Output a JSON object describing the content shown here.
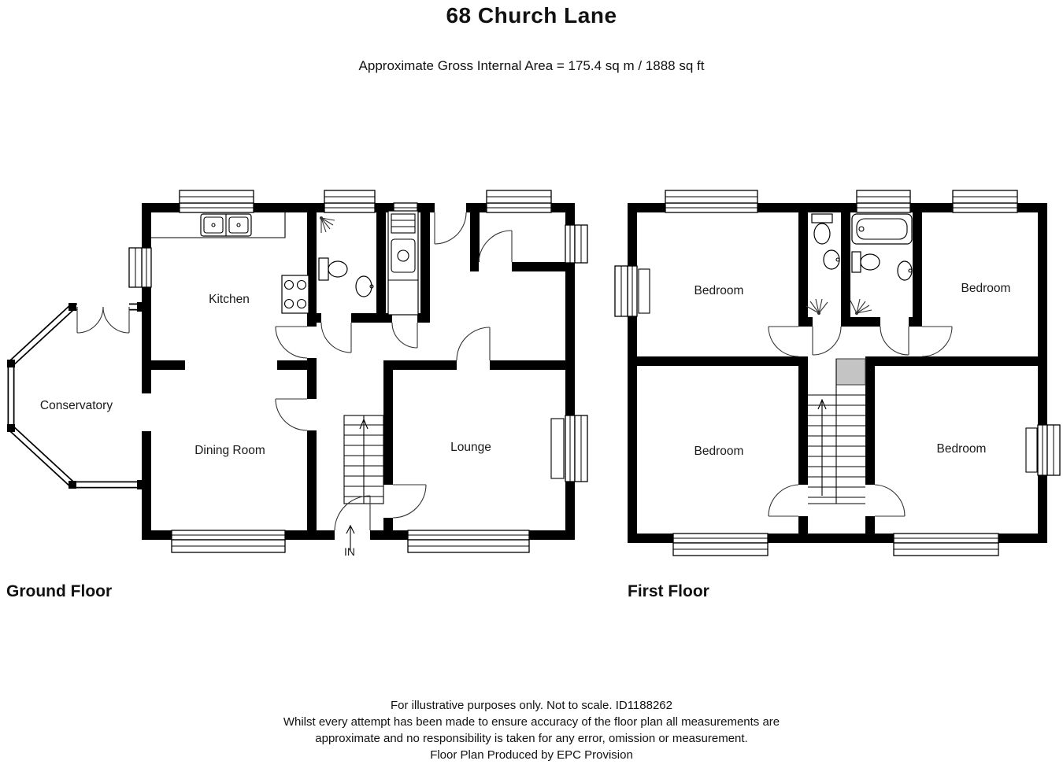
{
  "title": "68 Church Lane",
  "subtitle": "Approximate Gross Internal Area = 175.4 sq m / 1888 sq ft",
  "ground_floor": {
    "label": "Ground Floor",
    "rooms": {
      "kitchen": "Kitchen",
      "dining_room": "Dining Room",
      "conservatory": "Conservatory",
      "lounge": "Lounge"
    },
    "entrance_label": "IN"
  },
  "first_floor": {
    "label": "First Floor",
    "rooms": {
      "bedroom_top_left": "Bedroom",
      "bedroom_top_right": "Bedroom",
      "bedroom_bottom_left": "Bedroom",
      "bedroom_bottom_right": "Bedroom"
    }
  },
  "footer": {
    "line1": "For illustrative purposes only. Not to scale. ID1188262",
    "line2": "Whilst every attempt has been made to ensure accuracy of the floor plan all measurements are",
    "line3": "approximate and no responsibility is taken for any error, omission or measurement.",
    "line4": "Floor Plan Produced by EPC Provision"
  },
  "colors": {
    "wall": "#000000",
    "stair_landing": "#c4c4c4"
  }
}
